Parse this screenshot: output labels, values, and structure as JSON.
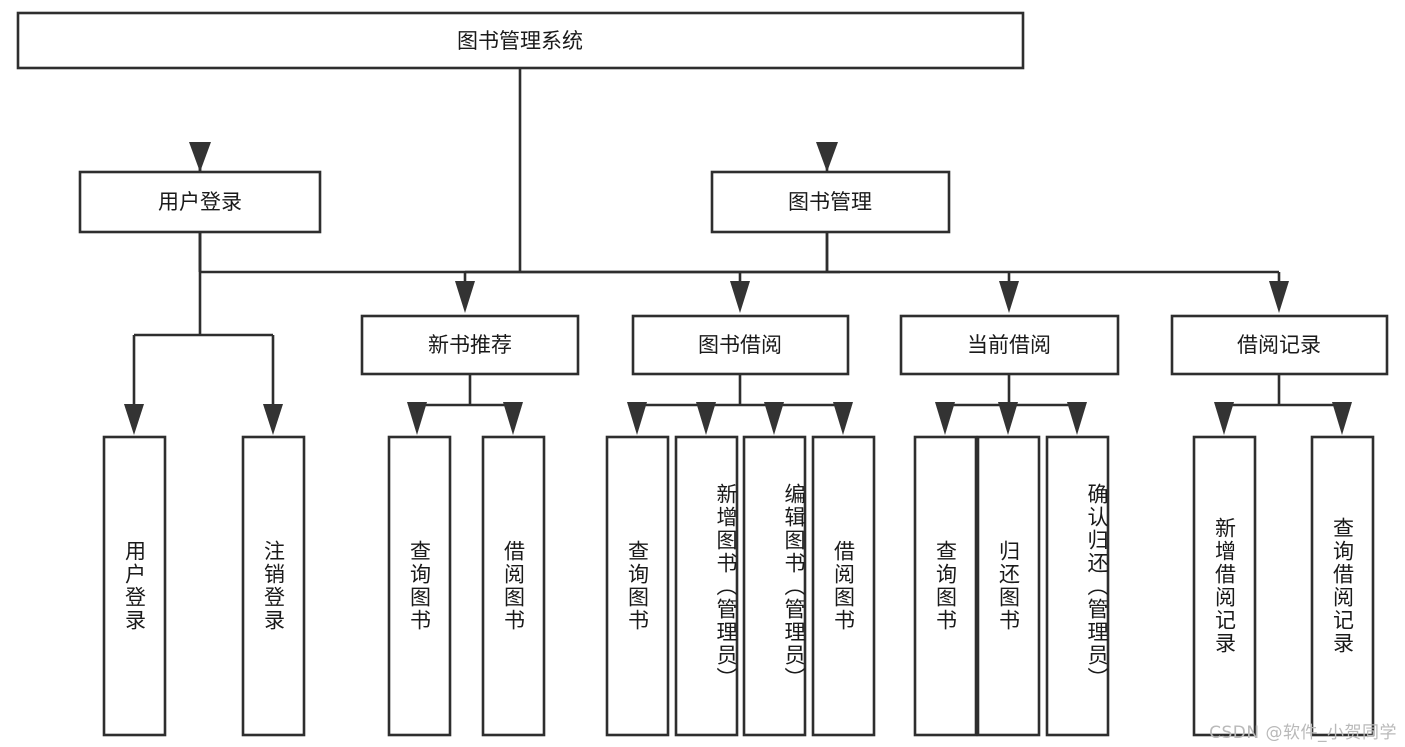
{
  "diagram": {
    "type": "tree-hierarchy-chart",
    "title": "图书管理系统",
    "background_color": "#ffffff",
    "line_color": "#2e2e2e",
    "text_color": "#1a1a1a",
    "root": {
      "label": "图书管理系统",
      "level": 1
    },
    "level2": [
      {
        "label": "用户登录"
      },
      {
        "label": "图书管理"
      }
    ],
    "level3": [
      {
        "label": "新书推荐",
        "parent": "图书管理"
      },
      {
        "label": "图书借阅",
        "parent": "图书管理"
      },
      {
        "label": "当前借阅",
        "parent": "图书管理"
      },
      {
        "label": "借阅记录",
        "parent": "图书管理"
      }
    ],
    "leaves": {
      "user_login": [
        {
          "label": "用户登录"
        },
        {
          "label": "注销登录"
        }
      ],
      "new_book_recommend": [
        {
          "label": "查询图书"
        },
        {
          "label": "借阅图书"
        }
      ],
      "book_borrow": [
        {
          "label": "查询图书"
        },
        {
          "label": "新增图书（管理员）"
        },
        {
          "label": "编辑图书（管理员）"
        },
        {
          "label": "借阅图书"
        }
      ],
      "current_borrow": [
        {
          "label": "查询图书"
        },
        {
          "label": "归还图书"
        },
        {
          "label": "确认归还（管理员）"
        }
      ],
      "borrow_record": [
        {
          "label": "新增借阅记录"
        },
        {
          "label": "查询借阅记录"
        }
      ]
    }
  },
  "watermark": {
    "text": "CSDN @软件_小贺同学"
  }
}
